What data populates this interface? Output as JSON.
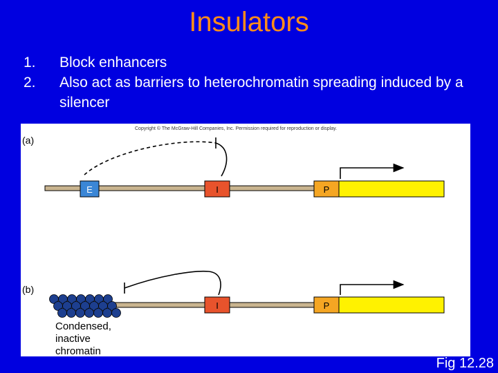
{
  "slide": {
    "title": "Insulators",
    "bullets": [
      {
        "num": "1.",
        "text": "Block enhancers"
      },
      {
        "num": "2.",
        "text": "Also act as barriers to heterochromatin spreading induced by a silencer"
      }
    ],
    "figure_label": "Fig 12.28"
  },
  "figure": {
    "copyright": "Copyright © The McGraw-Hill Companies, Inc. Permission required for reproduction or display.",
    "panel_a": {
      "label": "(a)",
      "enhancer_label": "E",
      "insulator_label": "I",
      "promoter_label": "P"
    },
    "panel_b": {
      "label": "(b)",
      "insulator_label": "I",
      "promoter_label": "P",
      "chromatin_caption": [
        "Condensed,",
        "inactive",
        "chromatin"
      ]
    },
    "colors": {
      "background": "#0000e0",
      "title": "#ff8c1a",
      "enhancer": "#3a86d6",
      "insulator": "#e8532c",
      "promoter": "#f5a623",
      "gene": "#fff200",
      "dna": "#c9b48f",
      "chromatin": "#1d3f8f"
    }
  }
}
